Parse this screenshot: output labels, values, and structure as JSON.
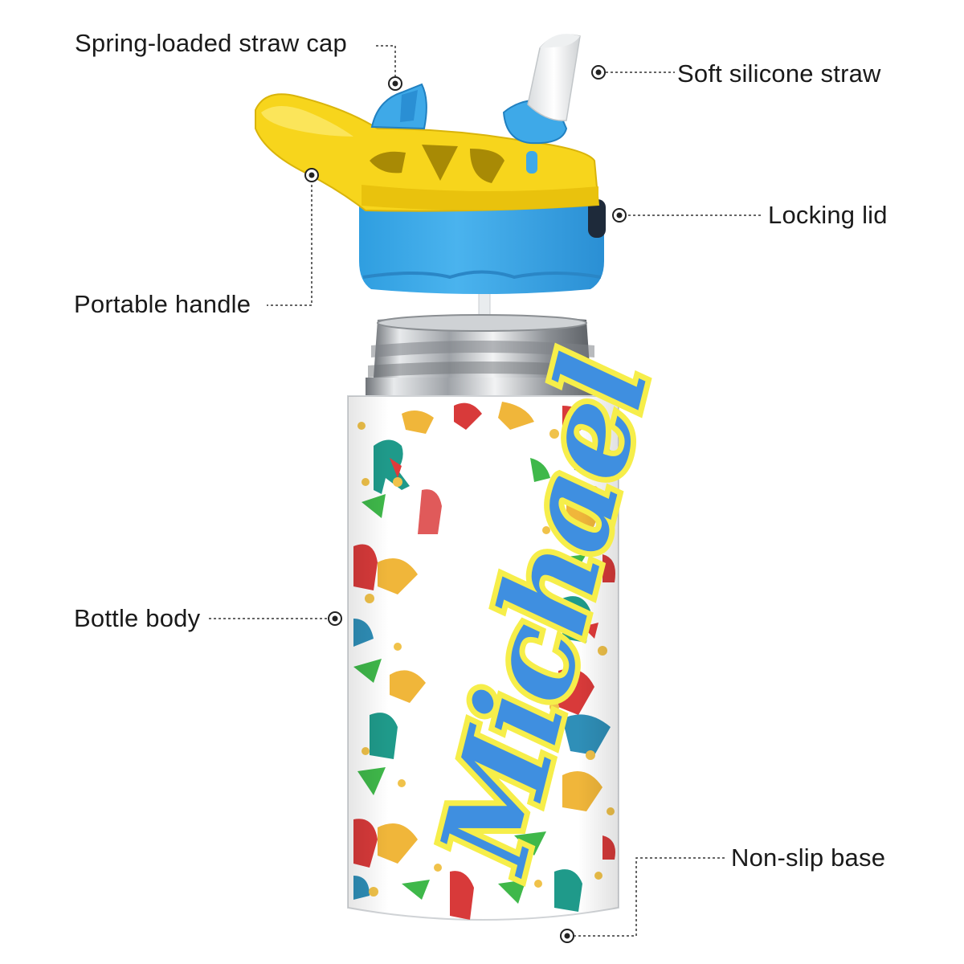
{
  "labels": {
    "straw_cap": "Spring-loaded straw cap",
    "straw": "Soft silicone straw",
    "lid": "Locking lid",
    "handle": "Portable handle",
    "body": "Bottle body",
    "base": "Non-slip base"
  },
  "bottle": {
    "name_print": "Michael",
    "colors": {
      "lid_yellow": "#f7d51c",
      "lid_blue": "#3ea9e8",
      "name_fill": "#3f8fe0",
      "name_outline": "#f6ee4a",
      "steel": "#b9bcc0"
    }
  },
  "icons": [
    "callout-dot-icon",
    "dinosaur-icon",
    "star-icon"
  ]
}
